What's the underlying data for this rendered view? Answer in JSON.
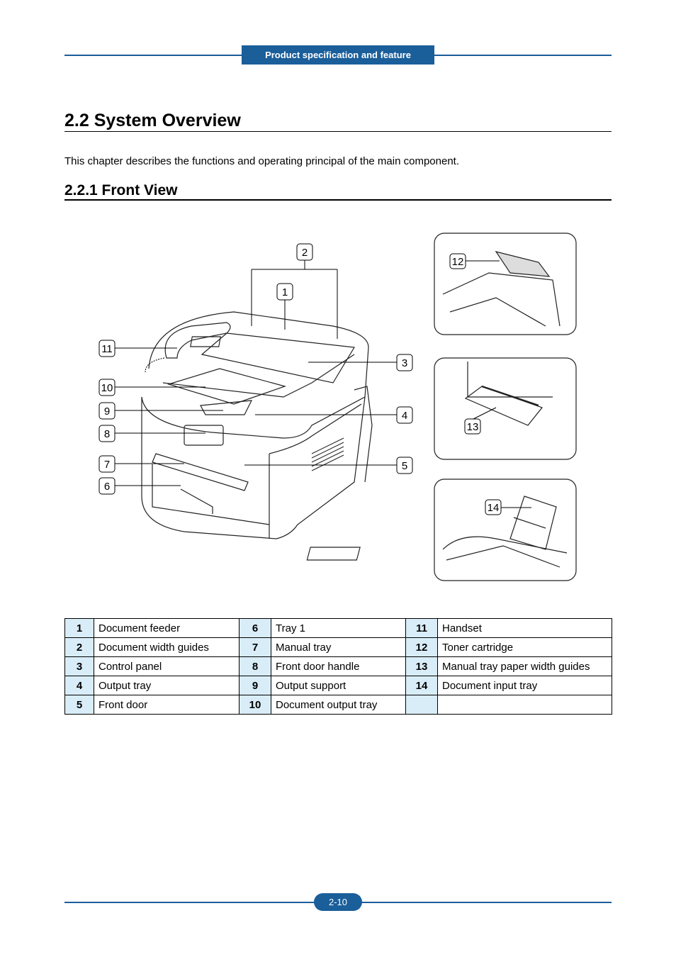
{
  "header": {
    "tab_label": "Product specification and feature"
  },
  "section": {
    "title": "2.2 System Overview",
    "intro": "This chapter describes the functions and operating principal of the main component."
  },
  "subsection": {
    "title": "2.2.1 Front View"
  },
  "figure": {
    "callouts": [
      "1",
      "2",
      "3",
      "4",
      "5",
      "6",
      "7",
      "8",
      "9",
      "10",
      "11",
      "12",
      "13",
      "14"
    ]
  },
  "legend": {
    "rows": [
      [
        {
          "num": "1",
          "label": "Document feeder"
        },
        {
          "num": "6",
          "label": "Tray 1"
        },
        {
          "num": "11",
          "label": "Handset"
        }
      ],
      [
        {
          "num": "2",
          "label": "Document width guides"
        },
        {
          "num": "7",
          "label": "Manual tray"
        },
        {
          "num": "12",
          "label": "Toner cartridge"
        }
      ],
      [
        {
          "num": "3",
          "label": "Control panel"
        },
        {
          "num": "8",
          "label": "Front door handle"
        },
        {
          "num": "13",
          "label": "Manual tray paper width guides"
        }
      ],
      [
        {
          "num": "4",
          "label": "Output tray"
        },
        {
          "num": "9",
          "label": "Output support"
        },
        {
          "num": "14",
          "label": "Document input tray"
        }
      ],
      [
        {
          "num": "5",
          "label": "Front door"
        },
        {
          "num": "10",
          "label": "Document output tray"
        },
        {
          "num": "",
          "label": ""
        }
      ]
    ]
  },
  "footer": {
    "page_number": "2-10"
  },
  "colors": {
    "brand_blue": "#1a5e9a",
    "table_number_bg": "#d9edf8"
  }
}
